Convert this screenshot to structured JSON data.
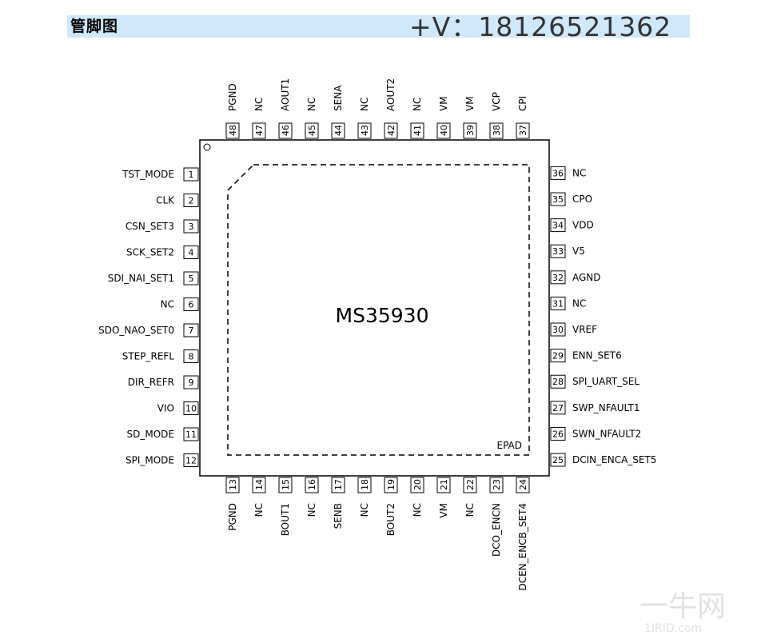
{
  "header": {
    "title": "管脚图",
    "contact": "+V：18126521362"
  },
  "chip": {
    "name": "MS35930",
    "pad_label": "EPAD"
  },
  "pins": {
    "left": [
      {
        "num": "1",
        "name": "TST_MODE"
      },
      {
        "num": "2",
        "name": "CLK"
      },
      {
        "num": "3",
        "name": "CSN_SET3"
      },
      {
        "num": "4",
        "name": "SCK_SET2"
      },
      {
        "num": "5",
        "name": "SDI_NAI_SET1"
      },
      {
        "num": "6",
        "name": "NC"
      },
      {
        "num": "7",
        "name": "SDO_NAO_SET0"
      },
      {
        "num": "8",
        "name": "STEP_REFL"
      },
      {
        "num": "9",
        "name": "DIR_REFR"
      },
      {
        "num": "10",
        "name": "VIO"
      },
      {
        "num": "11",
        "name": "SD_MODE"
      },
      {
        "num": "12",
        "name": "SPI_MODE"
      }
    ],
    "bottom": [
      {
        "num": "13",
        "name": "PGND"
      },
      {
        "num": "14",
        "name": "NC"
      },
      {
        "num": "15",
        "name": "BOUT1"
      },
      {
        "num": "16",
        "name": "NC"
      },
      {
        "num": "17",
        "name": "SENB"
      },
      {
        "num": "18",
        "name": "NC"
      },
      {
        "num": "19",
        "name": "BOUT2"
      },
      {
        "num": "20",
        "name": "NC"
      },
      {
        "num": "21",
        "name": "VM"
      },
      {
        "num": "22",
        "name": "NC"
      },
      {
        "num": "23",
        "name": "DCO_ENCN"
      },
      {
        "num": "24",
        "name": "DCEN_ENCB_SET4"
      }
    ],
    "right": [
      {
        "num": "25",
        "name": "DCIN_ENCA_SET5"
      },
      {
        "num": "26",
        "name": "SWN_NFAULT2"
      },
      {
        "num": "27",
        "name": "SWP_NFAULT1"
      },
      {
        "num": "28",
        "name": "SPI_UART_SEL"
      },
      {
        "num": "29",
        "name": "ENN_SET6"
      },
      {
        "num": "30",
        "name": "VREF"
      },
      {
        "num": "31",
        "name": "NC"
      },
      {
        "num": "32",
        "name": "AGND"
      },
      {
        "num": "33",
        "name": "V5"
      },
      {
        "num": "34",
        "name": "VDD"
      },
      {
        "num": "35",
        "name": "CPO"
      },
      {
        "num": "36",
        "name": "NC"
      }
    ],
    "top": [
      {
        "num": "37",
        "name": "CPI"
      },
      {
        "num": "38",
        "name": "VCP"
      },
      {
        "num": "39",
        "name": "VM"
      },
      {
        "num": "40",
        "name": "VM"
      },
      {
        "num": "41",
        "name": "NC"
      },
      {
        "num": "42",
        "name": "AOUT2"
      },
      {
        "num": "43",
        "name": "NC"
      },
      {
        "num": "44",
        "name": "SENA"
      },
      {
        "num": "45",
        "name": "NC"
      },
      {
        "num": "46",
        "name": "AOUT1"
      },
      {
        "num": "47",
        "name": "NC"
      },
      {
        "num": "48",
        "name": "PGND"
      }
    ]
  },
  "watermark": {
    "text": "一牛网",
    "subtext": "1IRID.com"
  }
}
